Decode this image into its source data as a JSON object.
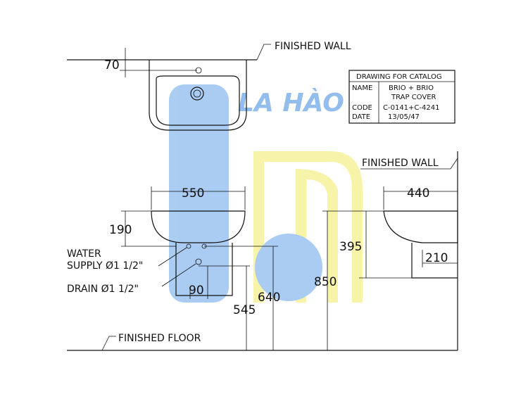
{
  "labels": {
    "finished_wall_top": "FINISHED WALL",
    "finished_wall_side": "FINISHED WALL",
    "finished_floor": "FINISHED FLOOR",
    "water_supply_1": "WATER",
    "water_supply_2": "SUPPLY Ø1 1/2\"",
    "drain": "DRAIN Ø1  1/2\""
  },
  "dimensions": {
    "d70": "70",
    "d550": "550",
    "d190": "190",
    "d90": "90",
    "d545": "545",
    "d640": "640",
    "d850": "850",
    "d395": "395",
    "d440": "440",
    "d210": "210"
  },
  "title_block": {
    "header": "DRAWING FOR CATALOG",
    "name_label": "NAME",
    "name_value_1": "BRIO  +  BRIO",
    "name_value_2": "TRAP  COVER",
    "code_label": "CODE",
    "code_value": "C-0141+C-4241",
    "date_label": "DATE",
    "date_value": "13/05/47"
  },
  "watermark": {
    "text": "LA HÀO",
    "blue": "#9cc4f0",
    "yellow": "#f6f29a"
  }
}
